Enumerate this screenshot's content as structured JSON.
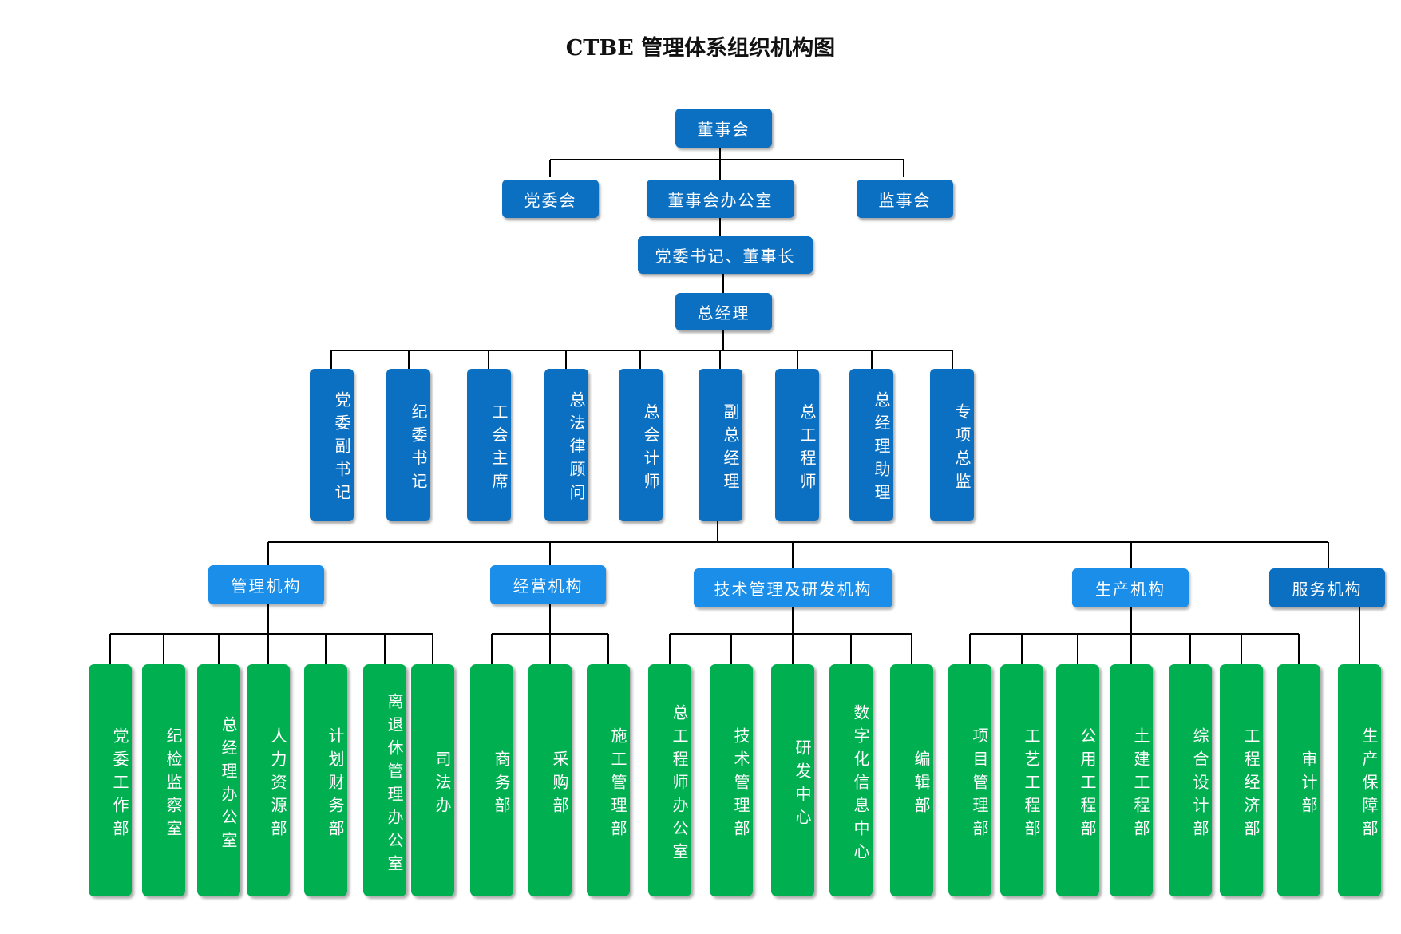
{
  "title": "CTBE 管理体系组织机构图",
  "colors": {
    "top_box": "#0b6fc2",
    "category_box": "#1a8ee8",
    "department_box": "#00b050",
    "connector": "#000000"
  },
  "top": {
    "board": "董事会",
    "party_committee": "党委会",
    "board_office": "董事会办公室",
    "supervisory_board": "监事会",
    "secretary_chairman": "党委书记、董事长",
    "general_manager": "总经理"
  },
  "executives": [
    "党委副书记",
    "纪委书记",
    "工会主席",
    "总法律顾问",
    "总会计师",
    "副总经理",
    "总工程师",
    "总经理助理",
    "专项总监"
  ],
  "categories": [
    {
      "name": "管理机构",
      "departments": [
        "党委工作部",
        "纪检监察室",
        "总经理办公室",
        "人力资源部",
        "计划财务部",
        "离退休管理办公室",
        "司法办"
      ]
    },
    {
      "name": "经营机构",
      "departments": [
        "商务部",
        "采购部",
        "施工管理部"
      ]
    },
    {
      "name": "技术管理及研发机构",
      "departments": [
        "总工程师办公室",
        "技术管理部",
        "研发中心",
        "数字化信息中心",
        "编辑部"
      ]
    },
    {
      "name": "生产机构",
      "departments": [
        "项目管理部",
        "工艺工程部",
        "公用工程部",
        "土建工程部",
        "综合设计部",
        "工程经济部",
        "审计部"
      ]
    },
    {
      "name": "服务机构",
      "departments": [
        "生产保障部"
      ]
    }
  ]
}
